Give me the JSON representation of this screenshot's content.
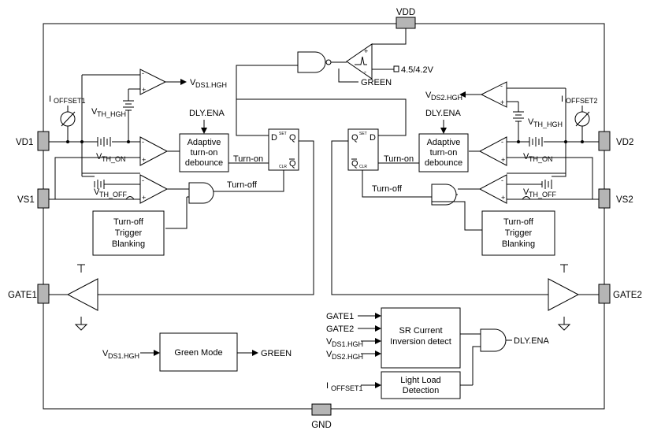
{
  "pins": {
    "vdd": "VDD",
    "gnd": "GND",
    "vd1": "VD1",
    "vs1": "VS1",
    "gate1": "GATE1",
    "vd2": "VD2",
    "vs2": "VS2",
    "gate2": "GATE2"
  },
  "labels": {
    "uvlo": "4.5/4.2V",
    "green_top": "GREEN",
    "vds1_hgh_main": "V",
    "vds1_hgh_sub": "DS1.HGH",
    "vds2_hgh_main": "V",
    "vds2_hgh_sub": "DS2.HGH",
    "ioffset1_main": "I",
    "ioffset1_sub": "OFFSET1",
    "ioffset2_main": "I",
    "ioffset2_sub": "OFFSET2",
    "vth_hgh_main": "V",
    "vth_hgh_sub": "TH_HGH",
    "vth_on_main": "V",
    "vth_on_sub": "TH_ON",
    "vth_off_main": "V",
    "vth_off_sub": "TH_OFF",
    "dly_ena": "DLY.ENA",
    "turn_on": "Turn-on",
    "turn_off": "Turn-off",
    "ff_d": "D",
    "ff_q": "Q",
    "ff_qbar": "Q",
    "ff_set": "SET",
    "ff_clr": "CLR",
    "gate1_in": "GATE1",
    "gate2_in": "GATE2",
    "vds1_in_main": "V",
    "vds1_in_sub": "DS1.HGH",
    "vds2_in_main": "V",
    "vds2_in_sub": "DS2.HGH",
    "ioffset1_in_main": "I",
    "ioffset1_in_sub": "OFFSET1",
    "dly_ena_out": "DLY.ENA",
    "green_in_main": "V",
    "green_in_sub": "DS1.HGH",
    "green_out": "GREEN"
  },
  "blocks": {
    "debounce1": [
      "Adaptive",
      "turn-on",
      "debounce"
    ],
    "debounce2": [
      "Adaptive",
      "turn-on",
      "debounce"
    ],
    "blanking1": [
      "Turn-off",
      "Trigger",
      "Blanking"
    ],
    "blanking2": [
      "Turn-off",
      "Trigger",
      "Blanking"
    ],
    "sr_detect": [
      "SR Current",
      "Inversion detect"
    ],
    "light_load": [
      "Light Load",
      "Detection"
    ],
    "green_mode": [
      "Green Mode"
    ]
  }
}
